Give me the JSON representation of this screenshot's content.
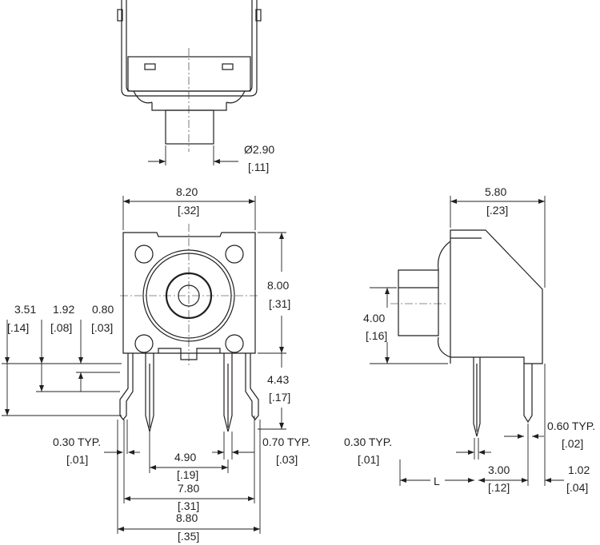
{
  "dimensions": {
    "diameter": {
      "mm": "Ø2.90",
      "in": "[.11]"
    },
    "width_top": {
      "mm": "8.20",
      "in": "[.32]"
    },
    "height_body": {
      "mm": "8.00",
      "in": "[.31]"
    },
    "side_depth": {
      "mm": "5.80",
      "in": "[.23]"
    },
    "dim_351": {
      "mm": "3.51",
      "in": "[.14]"
    },
    "dim_192": {
      "mm": "1.92",
      "in": "[.08]"
    },
    "dim_080": {
      "mm": "0.80",
      "in": "[.03]"
    },
    "pin_length": {
      "mm": "4.43",
      "in": "[.17]"
    },
    "pin_width": {
      "mm": "0.30 TYP.",
      "in": "[.01]"
    },
    "pin_thickness": {
      "mm": "0.70 TYP.",
      "in": "[.03]"
    },
    "pin_spacing": {
      "mm": "4.90",
      "in": "[.19]"
    },
    "leg_spacing": {
      "mm": "7.80",
      "in": "[.31]"
    },
    "overall_width": {
      "mm": "8.80",
      "in": "[.35]"
    },
    "side_height": {
      "mm": "4.00",
      "in": "[.16]"
    },
    "side_pin_width": {
      "mm": "0.30 TYP.",
      "in": "[.01]"
    },
    "side_leg_thickness": {
      "mm": "0.60 TYP.",
      "in": "[.02]"
    },
    "side_offset": {
      "mm": "3.00",
      "in": "[.12]"
    },
    "side_edge": {
      "mm": "1.02",
      "in": "[.04]"
    },
    "side_L": {
      "label": "L"
    }
  }
}
